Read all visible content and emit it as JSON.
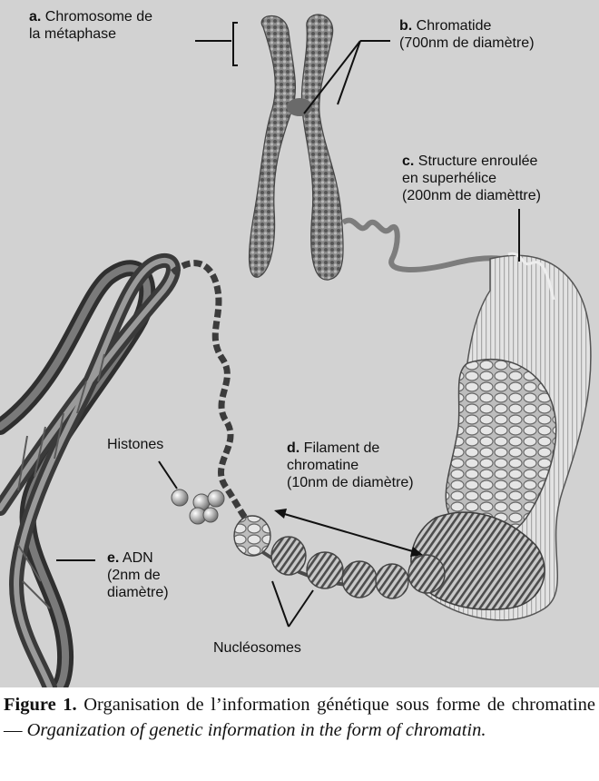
{
  "labels": {
    "a": {
      "letter": "a.",
      "line1": "Chromosome de",
      "line2": "la métaphase"
    },
    "b": {
      "letter": "b.",
      "line1": "Chromatide",
      "line2": "(700nm de diamètre)"
    },
    "c": {
      "letter": "c.",
      "line1": "Structure enroulée",
      "line2": "en superhélice",
      "line3": "(200nm de diamèttre)"
    },
    "d": {
      "letter": "d.",
      "line1": "Filament de",
      "line2": "chromatine",
      "line3": "(10nm de diamètre)"
    },
    "e": {
      "letter": "e.",
      "line1": "ADN",
      "line2": "(2nm de",
      "line3": "diamètre)"
    },
    "histones": "Histones",
    "nucleosomes": "Nucléosomes"
  },
  "caption": {
    "fig_label": "Figure 1.",
    "text_fr": "Organisation de l’information génétique sous forme de chromatine —",
    "text_en": "Organization of genetic information in the form of chromatin."
  }
}
